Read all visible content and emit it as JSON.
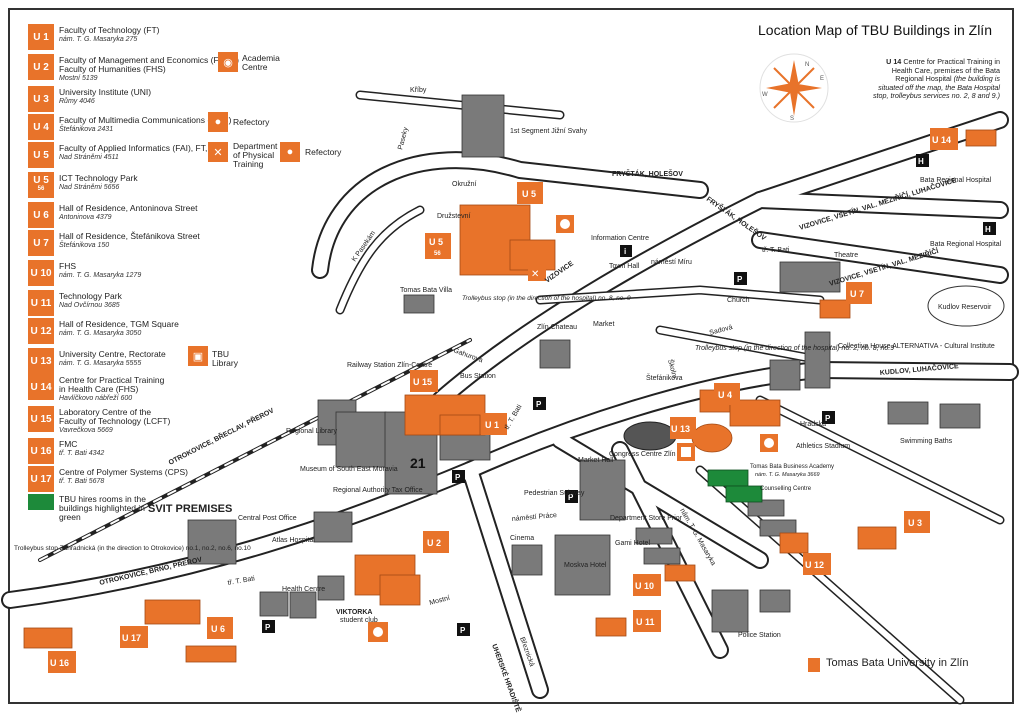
{
  "title": "Location Map of TBU Buildings in Zlín",
  "legend": [
    {
      "code": "U 1",
      "name": "Faculty of Technology (FT)",
      "address": "nám. T. G. Masaryka 275"
    },
    {
      "code": "U 2",
      "name": "Faculty of Management and Economics (FaME)",
      "name2": "Faculty of Humanities (FHS)",
      "address": "Mostní 5139"
    },
    {
      "code": "U 3",
      "name": "University Institute (UNI)",
      "address": "Růmy 4046"
    },
    {
      "code": "U 4",
      "name": "Faculty of Multimedia Communications (FMC)",
      "address": "Štefánikova 2431"
    },
    {
      "code": "U 5",
      "name": "Faculty of Applied Informatics (FAI), FT, FHS",
      "address": "Nad Stráněmi 4511"
    },
    {
      "code": "U 5",
      "sub": "56",
      "name": "ICT Technology Park",
      "address": "Nad Stráněmi 5656"
    },
    {
      "code": "U 6",
      "name": "Hall of Residence, Antoninova Street",
      "address": "Antoninova 4379"
    },
    {
      "code": "U 7",
      "name": "Hall of Residence, Štefánikova Street",
      "address": "Štefánikova 150"
    },
    {
      "code": "U 10",
      "name": "FHS",
      "address": "nám. T. G. Masaryka 1279"
    },
    {
      "code": "U 11",
      "name": "Technology Park",
      "address": "Nad Ovčírnou 3685"
    },
    {
      "code": "U 12",
      "name": "Hall of Residence, TGM Square",
      "address": "nám. T. G. Masaryka 3050"
    },
    {
      "code": "U 13",
      "name": "University Centre, Rectorate",
      "address": "nám. T. G. Masaryka 5555"
    },
    {
      "code": "U 14",
      "name": "Centre for Practical Training",
      "name2": "in Health Care (FHS)",
      "address": "Havlíčkovo nábřeží 600"
    },
    {
      "code": "U 15",
      "name": "Laboratory Centre of the",
      "name2": "Faculty of Technology (LCFT)",
      "address": "Vavrečkova 5669"
    },
    {
      "code": "U 16",
      "name": "FMC",
      "address": "tř. T. Bati 4342"
    },
    {
      "code": "U 17",
      "name": "Centre of Polymer Systems (CPS)",
      "address": "tř. T. Bati 5678"
    }
  ],
  "legend_icons": {
    "academia": "Academia Centre",
    "refectory1": "Refectory",
    "dept_pt": "Department of Physical Training",
    "refectory2": "Refectory",
    "library": "TBU Library"
  },
  "green_note": "TBU hires rooms in the buildings highlighted in green",
  "u14_note": {
    "lead": "U 14",
    "text": "Centre for Practical Training in Health Care, premises of the Bata Regional Hospital",
    "italic": "(the building is situated off the map, the Bata Hospital stop, trolleybus services no. 2, 8 and 9.)"
  },
  "compass": {
    "n": "N",
    "e": "E",
    "s": "S",
    "w": "W"
  },
  "map_labels": {
    "segment": "1st Segment Jižní Svahy",
    "kfsy": "Kříby",
    "paseky": "Paseky",
    "okruzni": "Okružní",
    "druzstevni": "Družstevní",
    "kpaseken": "K Pasekám",
    "tb_villa": "Tomas Bata Villa",
    "trolley1": "Trolleybus stop (in the direction of the hospital) no. 8, no. 9",
    "vizovice": "VIZOVICE",
    "info": "Information Centre",
    "town_hall": "Town Hall",
    "namesti_miru": "náměstí Míru",
    "frystak_holesov": "FRYŠTÁK, HOLEŠOV",
    "frystak_holesov2": "FRYŠTÁK, HOLEŠOV",
    "bata_hospital1": "Bata Regional Hospital",
    "vvm_luhac": "VIZOVICE, VSETÍN, VAL. MEZIŘÍČÍ, LUHAČOVICE",
    "bata_hospital2": "Bata Regional Hospital",
    "vvm": "VIZOVICE, VSETÍN, VAL. MEZIŘÍČÍ",
    "trida_tb": "tř. T. Bati",
    "church": "Church",
    "theatre": "Theatre",
    "kudlov_res": "Kudlov Reservoir",
    "market": "Market",
    "zlin_chateau": "Zlín Chateau",
    "railway": "Railway Station Zlín-Centre",
    "gahurova": "Gahurova",
    "bus_station": "Bus Station",
    "sadova": "Sadová",
    "trolley2": "Trolleybus stop (in the direction of the hospital) no. 2, no. 8, no.9",
    "collective": "Collective House ALTERNATIVA - Cultural Institute",
    "kudlov_luhac": "KUDLOV, LUHAČOVICE",
    "stefanikova": "Štefánikova",
    "skolni": "Školní",
    "regional_library": "Regional Library",
    "museum": "Museum of South East Moravia",
    "regional_authority": "Regional Authority Tax Office",
    "congress": "Congress Centre Zlín",
    "hradska": "Hradská",
    "athletics": "Athletics Stadium",
    "swimming": "Swimming Baths",
    "business_academy": "Tomas Bata Business Academy",
    "ba_address": "nám. T. G. Masaryka 3669",
    "counselling": "Counselling Centre",
    "market_hall": "Market Hall",
    "pedestrian": "Pedestrian Subway",
    "dept_store": "Department Store Prior",
    "namesti_prace": "náměstí Práce",
    "gami_hotel": "Gami Hotel",
    "cinema": "Cinema",
    "moskva": "Moskva Hotel",
    "tgm_street": "nám. T. G. Masaryka",
    "police": "Police Station",
    "svit": "SVIT PREMISES",
    "post_office": "Central Post Office",
    "atlas": "Atlas Hospital",
    "otrokovice_brezlav": "OTROKOVICE, BŘECLAV, PŘEROV",
    "trolley3": "Trolleybus stop Zahradnická (in the direction to Otrokovice) no.1, no.2, no.6, no.10",
    "otrokovice_brno": "OTROKOVICE, BRNO, PŘEROV",
    "tb2": "tř. T. Bati",
    "health_centre": "Health Centre",
    "viktorka": "VIKTORKA",
    "student_club": "student club",
    "mostni": "Mostní",
    "brezniciska": "Březnická",
    "uherske": "UHERSKÉ HRADIŠTĚ",
    "tb3": "tř. T. Bati",
    "bldg21": "21",
    "p": "P",
    "i": "i",
    "h": "H"
  },
  "map_badges": {
    "u1": "U 1",
    "u2": "U 2",
    "u3": "U 3",
    "u4": "U 4",
    "u5": "U 5",
    "u5b": "U 5",
    "u5b_sub": "56",
    "u6": "U 6",
    "u7": "U 7",
    "u10": "U 10",
    "u11": "U 11",
    "u12": "U 12",
    "u13": "U 13",
    "u14": "U 14",
    "u15": "U 15",
    "u16": "U 16",
    "u17": "U 17"
  },
  "footer": "Tomas Bata University in Zlín",
  "colors": {
    "orange": "#e8732a",
    "green": "#1d8a3a",
    "road": "#ffffff",
    "road_edge": "#222222",
    "building": "#6e6e6e"
  }
}
